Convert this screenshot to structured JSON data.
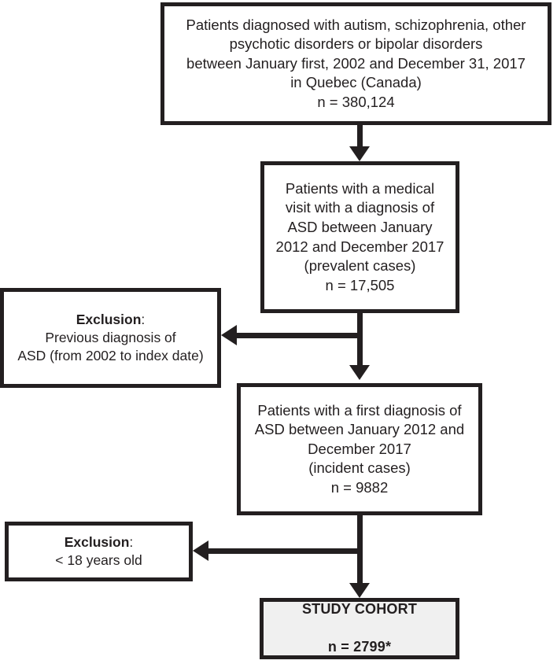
{
  "diagram": {
    "title": "Study cohort selection flow diagram",
    "stroke_color": "#231f20",
    "background_color": "#ffffff",
    "cohort_fill_color": "#f0f0f0",
    "boxes": {
      "source_population": {
        "text": "Patients diagnosed with autism, schizophrenia, other\npsychotic disorders or bipolar disorders\nbetween January first, 2002 and December 31, 2017\nin Quebec (Canada)\nn = 380,124",
        "count_label": "n = 380,124",
        "count": 380124
      },
      "prevalent_cases": {
        "text": "Patients with a medical\nvisit with a diagnosis of\nASD between January\n2012 and December 2017\n(prevalent cases)\nn = 17,505",
        "count_label": "n = 17,505",
        "count": 17505
      },
      "exclusion_previous_diagnosis": {
        "title": "Exclusion",
        "title_suffix": ":",
        "text": "Previous diagnosis of\nASD (from 2002 to index date)"
      },
      "incident_cases": {
        "text": "Patients with a first diagnosis of\nASD between January 2012 and\nDecember 2017\n(incident cases)\nn = 9882",
        "count_label": "n = 9882",
        "count": 9882
      },
      "exclusion_age": {
        "title": "Exclusion",
        "title_suffix": ":",
        "text": "< 18 years old"
      },
      "study_cohort": {
        "line1": "STUDY COHORT",
        "line2": "n = 2799*",
        "count": 2799
      }
    }
  }
}
